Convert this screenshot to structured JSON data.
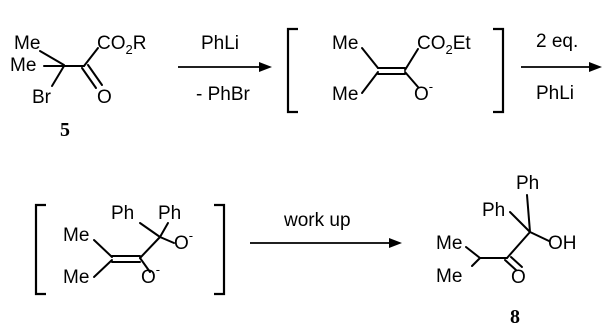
{
  "compound_5": {
    "methyl_top": "Me",
    "methyl_bottom": "Me",
    "bromine": "Br",
    "ester": {
      "main": "CO",
      "sub": "2",
      "end": "R"
    },
    "oxygen": "O",
    "number": "5"
  },
  "step1": {
    "reagent": "PhLi",
    "byproduct": "- PhBr"
  },
  "intermediate_1": {
    "methyl_top": "Me",
    "methyl_bottom": "Me",
    "ester": {
      "main": "CO",
      "sub": "2",
      "end": "Et"
    },
    "oxide": "O",
    "charge": "-"
  },
  "step2": {
    "equiv": "2 eq.",
    "reagent": "PhLi"
  },
  "intermediate_2": {
    "phenyl_left": "Ph",
    "phenyl_right": "Ph",
    "methyl_top": "Me",
    "methyl_bottom": "Me",
    "oxide_upper": "O",
    "oxide_lower": "O",
    "charge": "-"
  },
  "step3": {
    "condition": "work up"
  },
  "compound_8": {
    "phenyl_top": "Ph",
    "phenyl_left": "Ph",
    "hydroxyl": "OH",
    "methyl_top": "Me",
    "methyl_bottom": "Me",
    "oxygen": "O",
    "number": "8"
  }
}
